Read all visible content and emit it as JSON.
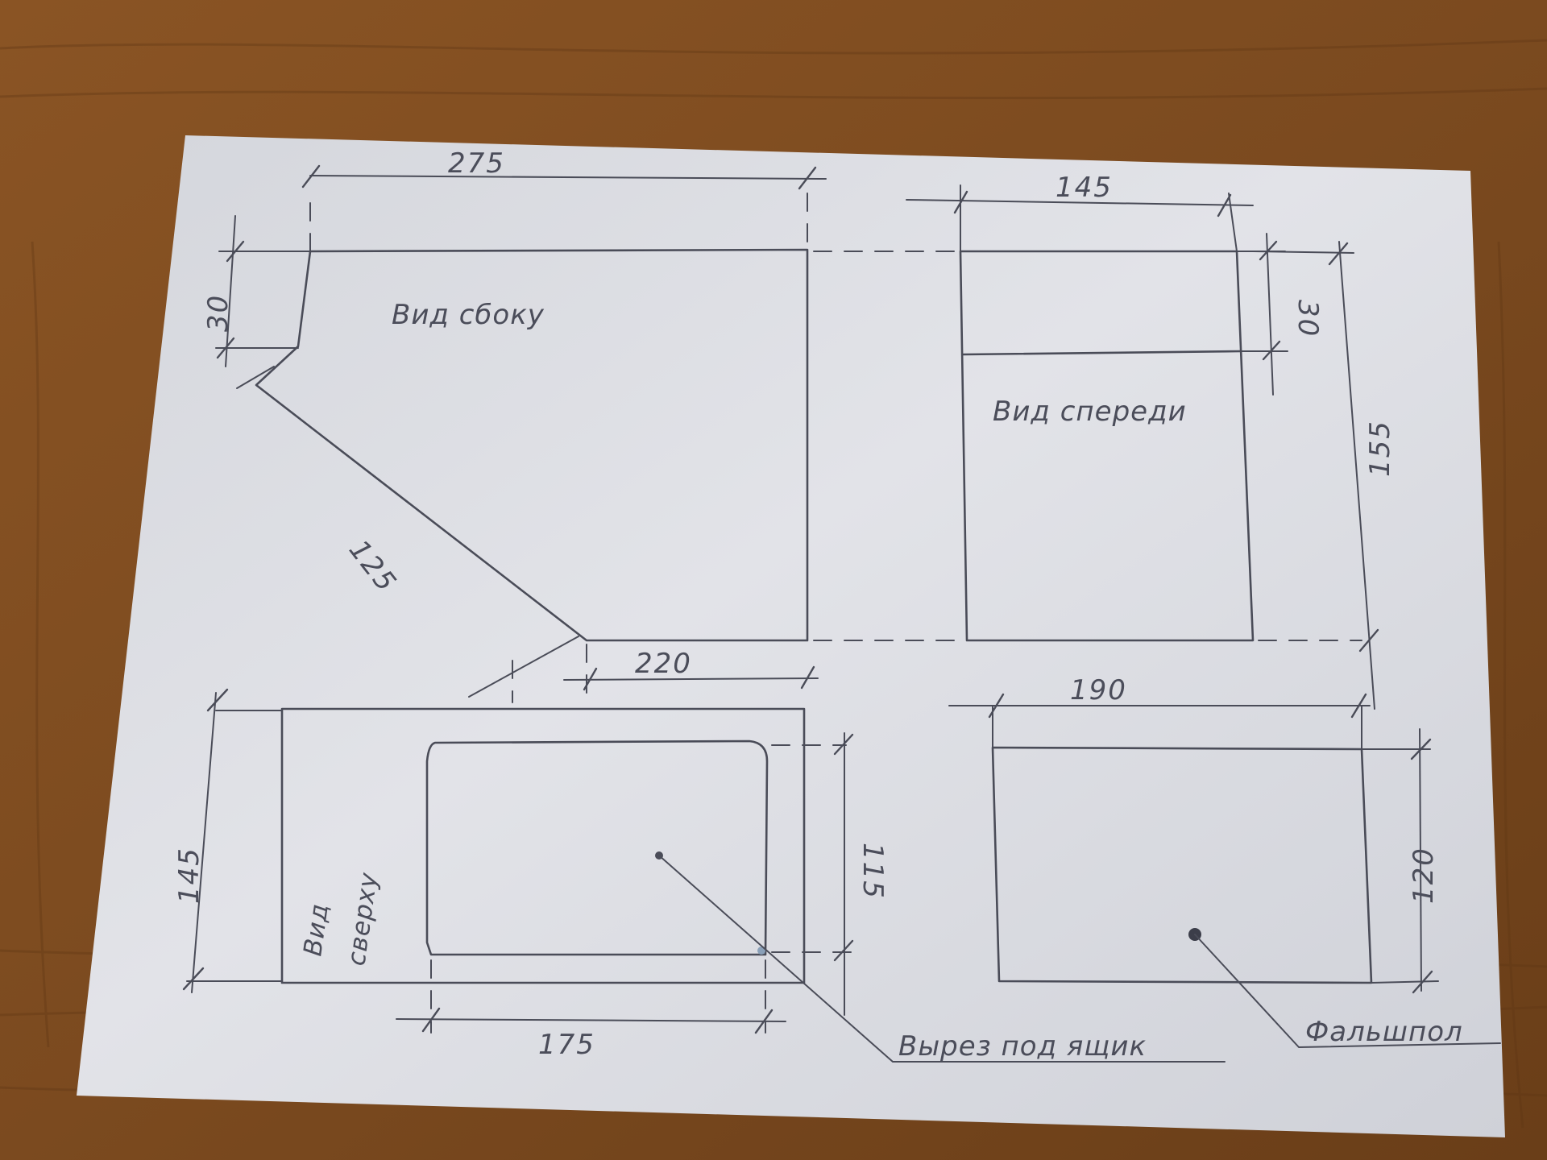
{
  "views": {
    "side": {
      "label": "Вид сбоку",
      "dim_width": "275",
      "dim_top": "30",
      "dim_slope": "125",
      "dim_bottom": "220"
    },
    "front": {
      "label": "Вид спереди",
      "dim_width": "145",
      "dim_top": "30",
      "dim_height": "155"
    },
    "top": {
      "label_line1": "Вид",
      "label_line2": "сверху",
      "dim_depth": "145",
      "dim_cut_depth": "115",
      "dim_cut_width": "175"
    },
    "floor": {
      "dim_width": "190",
      "dim_height": "120"
    }
  },
  "callouts": {
    "cutout": "Вырез под ящик",
    "false_floor": "Фальшпол"
  },
  "colors": {
    "table": "#7a4a22",
    "paper": "#dcdde2",
    "pencil": "#4a4c58"
  }
}
